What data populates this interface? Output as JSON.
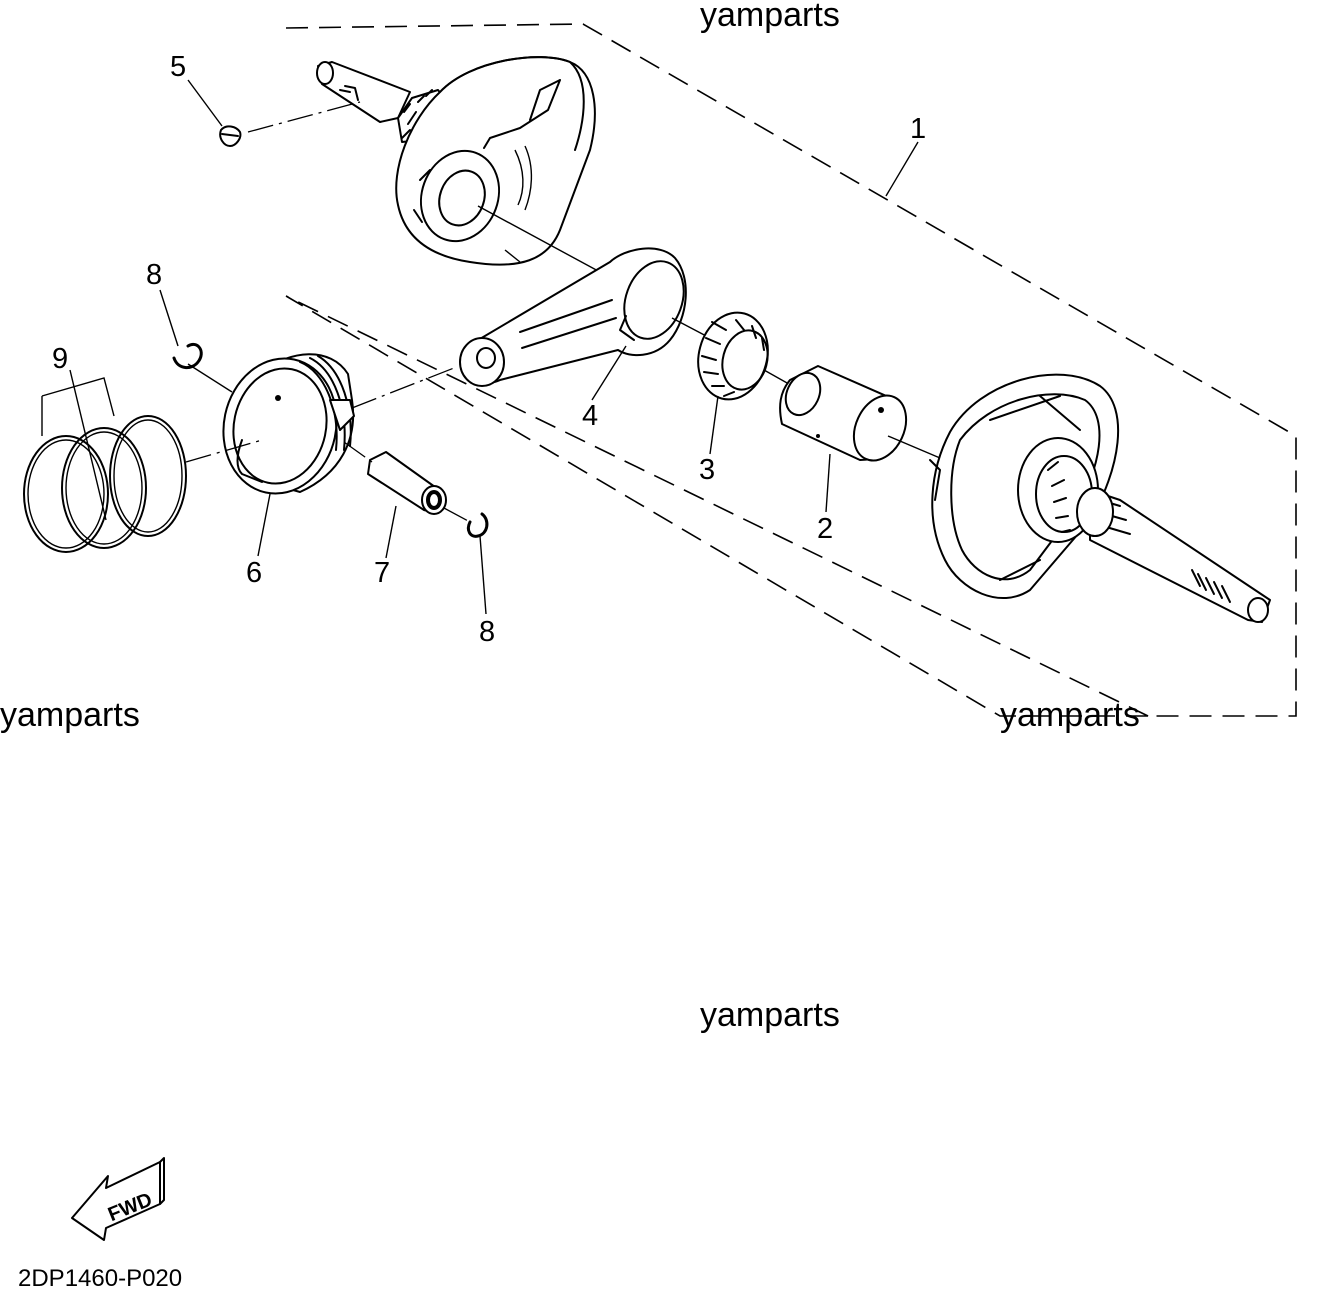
{
  "diagram": {
    "watermarks": [
      "yamparts",
      "yamparts",
      "yamparts",
      "yamparts"
    ],
    "part_numbers": {
      "crankshaft_assembly": "1",
      "crank_pin": "2",
      "bearing": "3",
      "connecting_rod": "4",
      "woodruff_key": "5",
      "piston": "6",
      "piston_pin": "7",
      "circlip_upper": "8",
      "circlip_lower": "8",
      "piston_ring_set": "9"
    },
    "forward_arrow_label": "FWD",
    "diagram_code": "2DP1460-P020"
  }
}
